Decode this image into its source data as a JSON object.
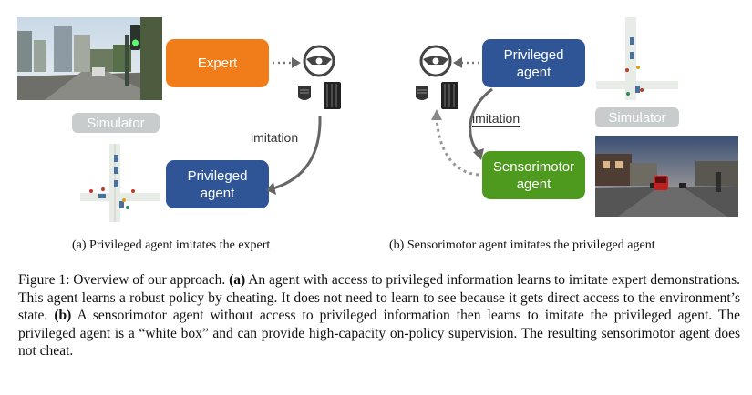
{
  "panel_a": {
    "expert_label": "Expert",
    "privileged_label": "Privileged\nagent",
    "simulator_label": "Simulator",
    "edge_label": "imitation",
    "caption": "(a) Privileged agent imitates the expert"
  },
  "panel_b": {
    "privileged_label": "Privileged\nagent",
    "sensorimotor_label": "Sensorimotor\nagent",
    "simulator_label": "Simulator",
    "edge_label": "imitation",
    "caption": "(b) Sensorimotor agent imitates the privileged agent"
  },
  "figure_caption": {
    "lead": "Figure 1: Overview of our approach. ",
    "a_marker": "(a)",
    "a_text": " An agent with access to privileged information learns to imitate expert demonstrations. This agent learns a robust policy by cheating. It does not need to learn to see because it gets direct access to the environment’s state. ",
    "b_marker": "(b)",
    "b_text": " A sensorimotor agent without access to privileged information then learns to imitate the privileged agent. The privileged agent is a “white box” and can provide high-capacity on-policy supervision. The resulting sensorimotor agent does not cheat."
  },
  "colors": {
    "expert": "#f07d1a",
    "privileged": "#2f5597",
    "sensorimotor": "#4e9a1e",
    "simulator_label_bg": "#c9cccc",
    "arrow": "#555555"
  },
  "icons": [
    "steering-wheel-icon",
    "pedal-icon",
    "camera-view-image",
    "birdseye-map-image"
  ]
}
